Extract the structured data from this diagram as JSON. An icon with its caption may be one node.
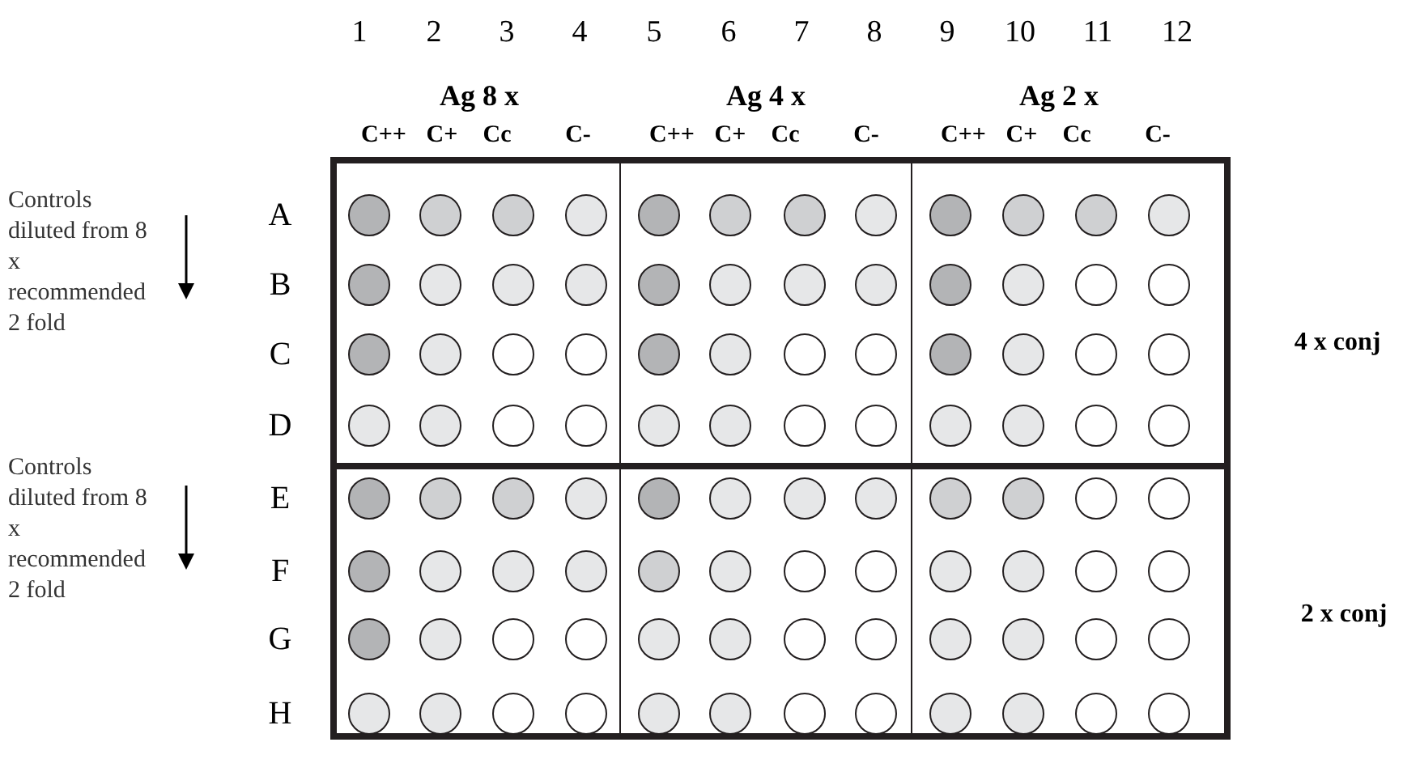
{
  "diagram": {
    "labels": [
      "1",
      "2",
      "3",
      "4",
      "5",
      "6",
      "7",
      "8",
      "9",
      "10",
      "11",
      "12",
      "Ag 8 x",
      "Ag 4 x",
      "Ag 2 x",
      "C++",
      "C+",
      "Cc",
      "C-",
      "C++",
      "C+",
      "Cc",
      "C-",
      "C++",
      "C+",
      "Cc",
      "C-",
      "Controls diluted from 8 x recommended 2 fold",
      "A",
      "B",
      "C",
      "D",
      "4 x conj",
      "Controls diluted from 8 x recommended 2 fold",
      "E",
      "F",
      "G",
      "H",
      "2  x conj"
    ]
  }
}
